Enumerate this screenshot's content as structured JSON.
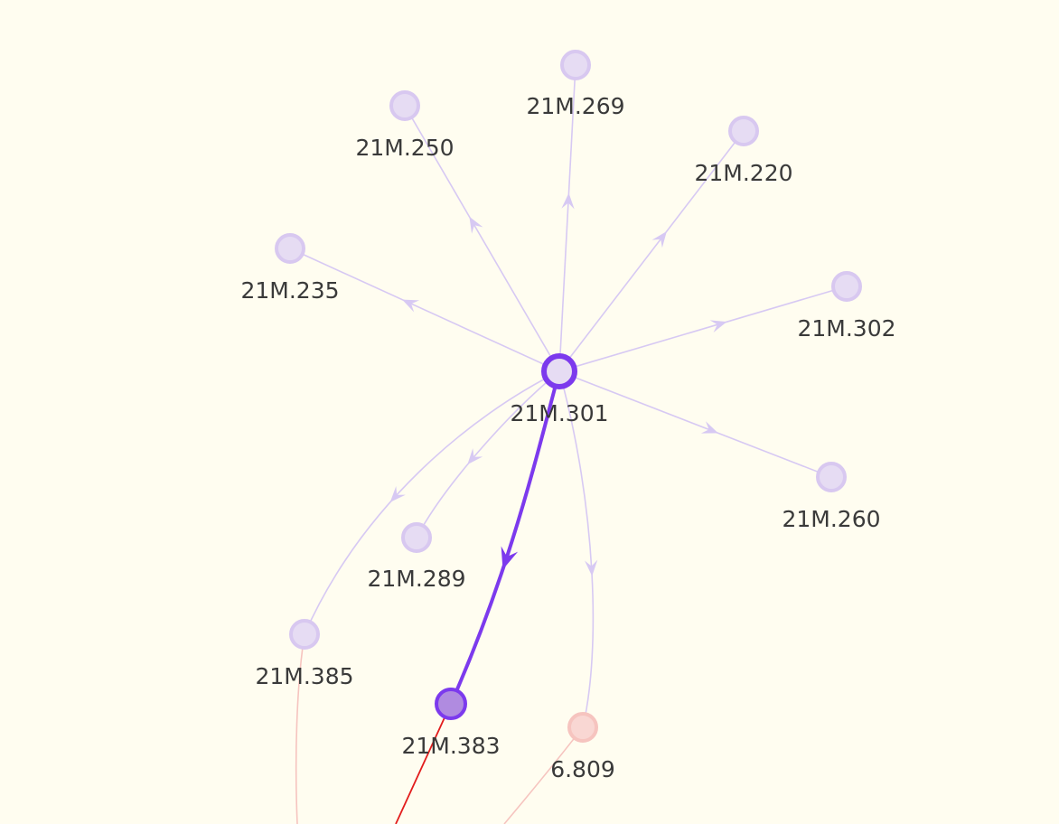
{
  "graph": {
    "nodes": [
      {
        "id": "n301",
        "label": "21M.301",
        "style": "selected"
      },
      {
        "id": "n269",
        "label": "21M.269",
        "style": "faded"
      },
      {
        "id": "n250",
        "label": "21M.250",
        "style": "faded"
      },
      {
        "id": "n220",
        "label": "21M.220",
        "style": "faded"
      },
      {
        "id": "n235",
        "label": "21M.235",
        "style": "faded"
      },
      {
        "id": "n302",
        "label": "21M.302",
        "style": "faded"
      },
      {
        "id": "n260",
        "label": "21M.260",
        "style": "faded"
      },
      {
        "id": "n289",
        "label": "21M.289",
        "style": "faded"
      },
      {
        "id": "n385",
        "label": "21M.385",
        "style": "faded"
      },
      {
        "id": "n383",
        "label": "21M.383",
        "style": "active"
      },
      {
        "id": "n6809",
        "label": "6.809",
        "style": "red-faded"
      }
    ],
    "edges": [
      {
        "from": "n301",
        "to": "n269",
        "style": "faded"
      },
      {
        "from": "n301",
        "to": "n250",
        "style": "faded"
      },
      {
        "from": "n301",
        "to": "n220",
        "style": "faded"
      },
      {
        "from": "n301",
        "to": "n235",
        "style": "faded"
      },
      {
        "from": "n301",
        "to": "n302",
        "style": "faded"
      },
      {
        "from": "n301",
        "to": "n260",
        "style": "faded"
      },
      {
        "from": "n301",
        "to": "n289",
        "style": "faded"
      },
      {
        "from": "n301",
        "to": "n385",
        "style": "faded"
      },
      {
        "from": "n301",
        "to": "n6809",
        "style": "faded"
      },
      {
        "from": "n301",
        "to": "n383",
        "style": "highlighted"
      },
      {
        "from": "n383",
        "to": "offscreen",
        "style": "red"
      },
      {
        "from": "n385",
        "to": "offscreen",
        "style": "red-faded"
      },
      {
        "from": "n6809",
        "to": "offscreen",
        "style": "red-faded"
      }
    ]
  },
  "colors": {
    "background": "#fffdf0",
    "purple": "#7c3aed",
    "faded_node_fill": "#e6dcf3",
    "faded_node_stroke": "#d8c8f0",
    "faded_edge": "#d7c9f3",
    "active_node_fill": "#b08be0",
    "red": "#e21c1c",
    "red_faded": "#f6c4bf",
    "label": "#3a3a3a"
  }
}
